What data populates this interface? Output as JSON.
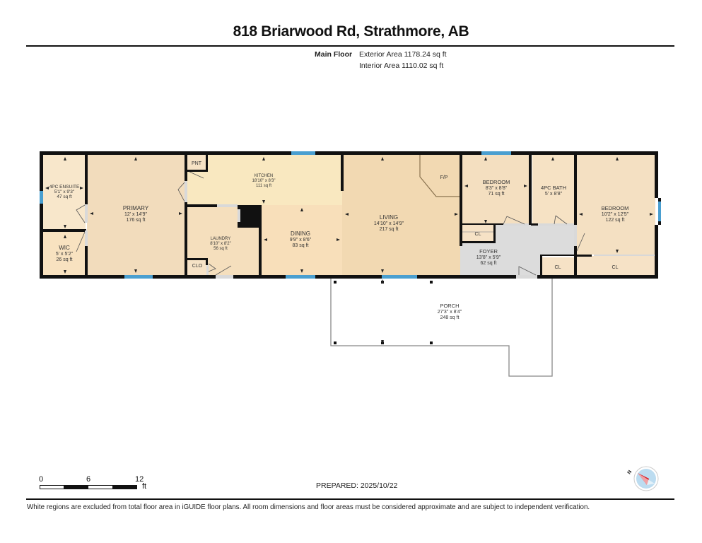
{
  "header": {
    "title": "818 Briarwood Rd, Strathmore, AB",
    "floor_name": "Main Floor",
    "exterior_area": "Exterior Area 1178.24 sq ft",
    "interior_area": "Interior Area 1110.02 sq ft"
  },
  "colors": {
    "wall": "#111111",
    "room_fill": "#f3dfc0",
    "room_fill_light": "#f8e7cb",
    "kitchen_fill": "#f9e8c0",
    "foyer_fill": "#dcdcdc",
    "window": "#4a9fd0",
    "door": "#d9d9d9"
  },
  "rooms": {
    "ensuite": {
      "name": "4PC ENSUITE",
      "dims": "5'1\" x 9'3\"",
      "area": "47 sq ft"
    },
    "wic": {
      "name": "WIC",
      "dims": "5' x 5'2\"",
      "area": "26 sq ft"
    },
    "primary": {
      "name": "PRIMARY",
      "dims": "12' x 14'9\"",
      "area": "176 sq ft"
    },
    "pantry": {
      "name": "PNT"
    },
    "kitchen": {
      "name": "KITCHEN",
      "dims": "18'10\" x 8'3\"",
      "area": "111 sq ft"
    },
    "laundry": {
      "name": "LAUNDRY",
      "dims": "8'10\" x 8'2\"",
      "area": "56 sq ft"
    },
    "closet_laundry": {
      "name": "CLO"
    },
    "dining": {
      "name": "DINING",
      "dims": "9'9\" x 8'6\"",
      "area": "83 sq ft"
    },
    "living": {
      "name": "LIVING",
      "dims": "14'10\" x 14'9\"",
      "area": "217 sq ft"
    },
    "fireplace": {
      "name": "F/P"
    },
    "bedroom1": {
      "name": "BEDROOM",
      "dims": "8'3\" x 8'8\"",
      "area": "71 sq ft"
    },
    "closet_bed1": {
      "name": "CL"
    },
    "foyer": {
      "name": "FOYER",
      "dims": "13'8\" x 5'9\"",
      "area": "62 sq ft"
    },
    "bath": {
      "name": "4PC BATH",
      "dims": "5' x 8'8\""
    },
    "bedroom2": {
      "name": "BEDROOM",
      "dims": "10'2\" x 12'5\"",
      "area": "122 sq ft"
    },
    "closet_foyer": {
      "name": "CL"
    },
    "closet_bed2": {
      "name": "CL"
    },
    "porch": {
      "name": "PORCH",
      "dims": "27'3\" x 8'4\"",
      "area": "248 sq ft"
    }
  },
  "scale_bar": {
    "ticks": [
      "0",
      "6",
      "12"
    ],
    "unit": "ft"
  },
  "footer": {
    "prepared": "PREPARED: 2025/10/22",
    "disclaimer": "White regions are excluded from total floor area in iGUIDE floor plans. All room dimensions and floor areas must be considered approximate and are subject to independent verification.",
    "compass_label": "N"
  }
}
